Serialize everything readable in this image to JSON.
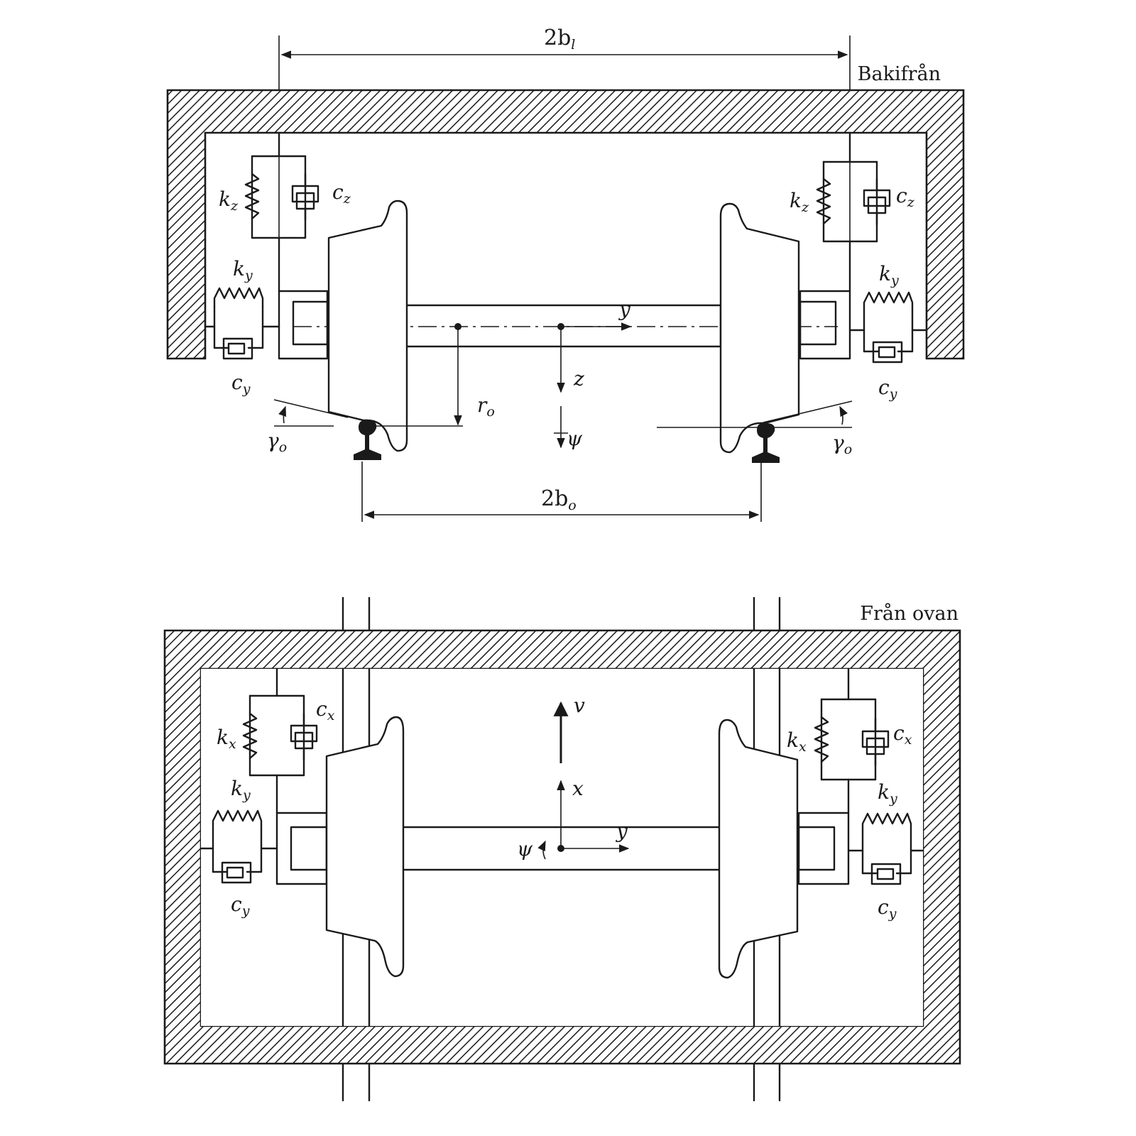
{
  "views": {
    "rear": {
      "title": "Bakifrån",
      "track_gauge_label": {
        "main": "2b",
        "sub": "o"
      },
      "suspension_span_label": {
        "main": "2b",
        "sub": "l"
      },
      "left": {
        "kz": {
          "main": "k",
          "sub": "z"
        },
        "cz": {
          "main": "c",
          "sub": "z"
        },
        "ky": {
          "main": "k",
          "sub": "y"
        },
        "cy": {
          "main": "c",
          "sub": "y"
        },
        "gamma": {
          "main": "γ",
          "sub": "o"
        }
      },
      "right": {
        "kz": {
          "main": "k",
          "sub": "z"
        },
        "cz": {
          "main": "c",
          "sub": "z"
        },
        "ky": {
          "main": "k",
          "sub": "y"
        },
        "cy": {
          "main": "c",
          "sub": "y"
        },
        "gamma": {
          "main": "γ",
          "sub": "o"
        }
      },
      "radius": {
        "main": "r",
        "sub": "o"
      },
      "axis_y": "y",
      "axis_z": "z",
      "axis_psi": "ψ"
    },
    "top": {
      "title": "Från ovan",
      "left": {
        "kx": {
          "main": "k",
          "sub": "x"
        },
        "cx": {
          "main": "c",
          "sub": "x"
        },
        "ky": {
          "main": "k",
          "sub": "y"
        },
        "cy": {
          "main": "c",
          "sub": "y"
        }
      },
      "right": {
        "kx": {
          "main": "k",
          "sub": "x"
        },
        "cx": {
          "main": "c",
          "sub": "x"
        },
        "ky": {
          "main": "k",
          "sub": "y"
        },
        "cy": {
          "main": "c",
          "sub": "y"
        }
      },
      "axis_v": "v",
      "axis_x": "x",
      "axis_y": "y",
      "axis_psi": "ψ"
    }
  }
}
